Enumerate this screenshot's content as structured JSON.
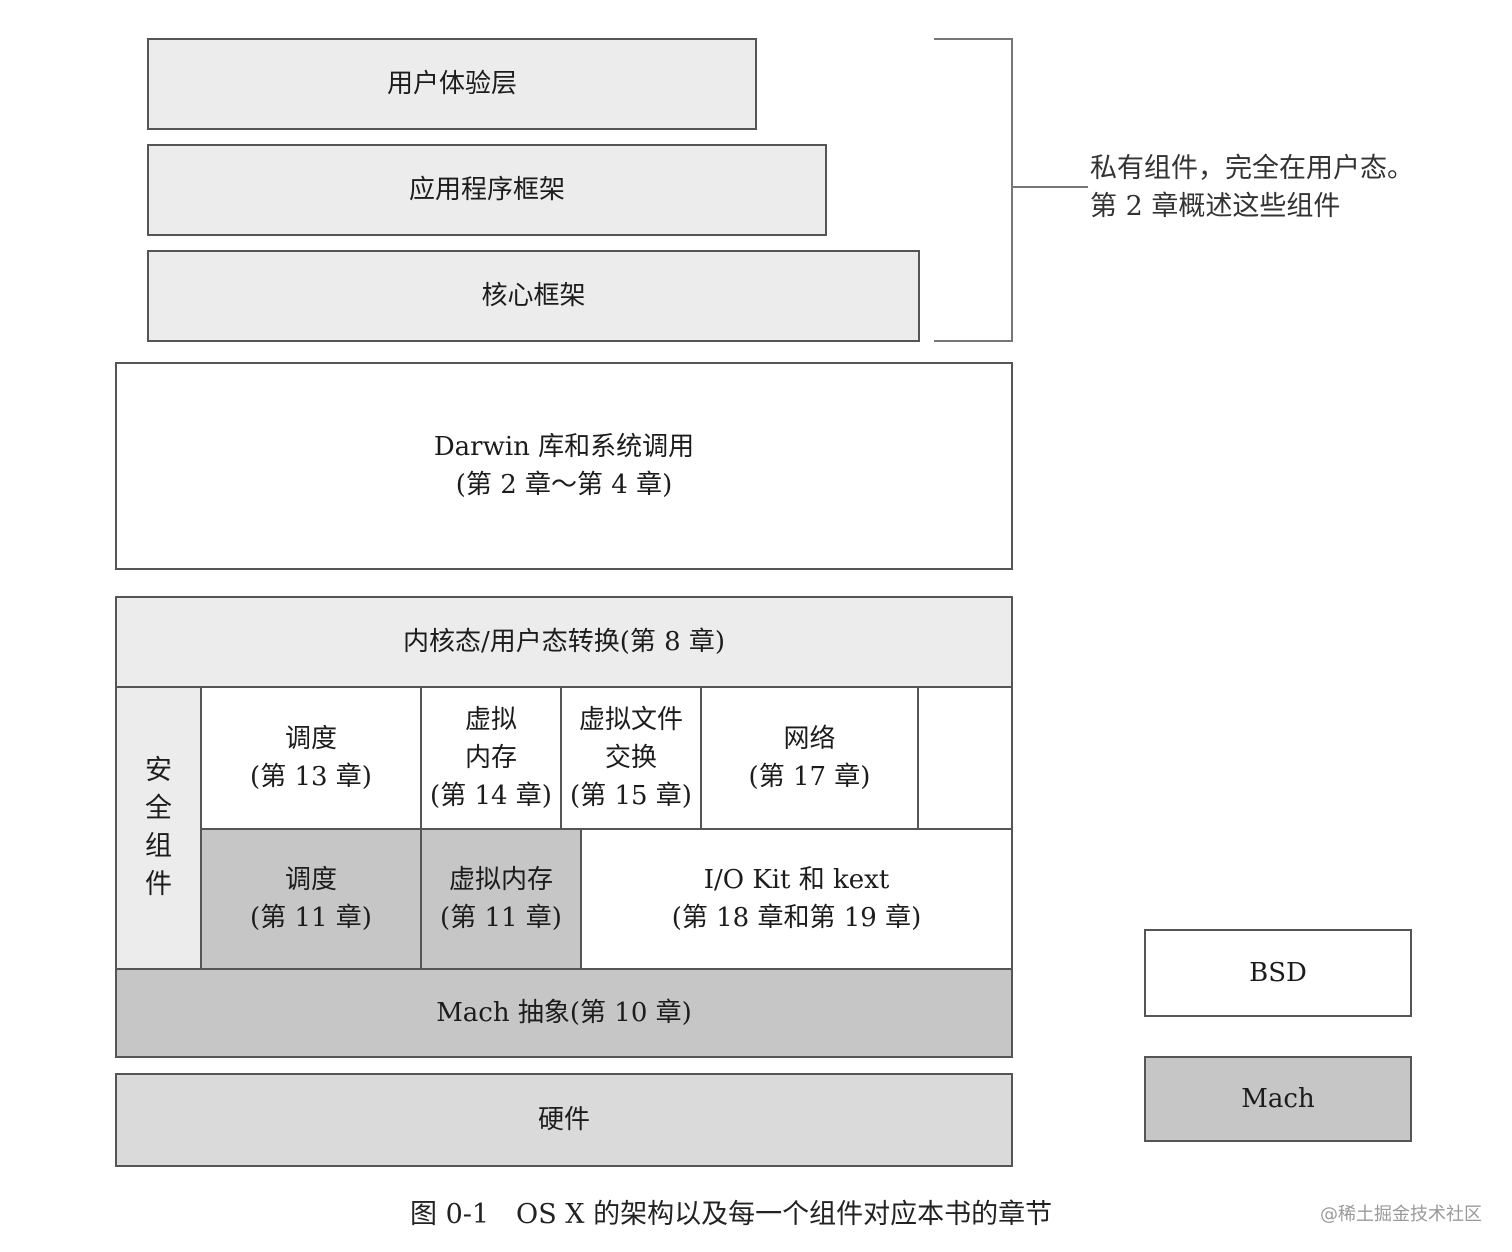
{
  "user_layers": {
    "user_experience": "用户体验层",
    "app_frameworks": "应用程序框架",
    "core_frameworks": "核心框架"
  },
  "private_note": {
    "line1": "私有组件，完全在用户态。",
    "line2": "第 2 章概述这些组件"
  },
  "darwin": {
    "line1": "Darwin 库和系统调用",
    "line2": "(第 2 章～第 4 章)"
  },
  "kernel": {
    "transition": "内核态/用户态转换(第 8 章)",
    "security": [
      "安",
      "全",
      "组",
      "件"
    ],
    "bsd_sched": {
      "line1": "调度",
      "line2": "(第 13 章)"
    },
    "bsd_vm": {
      "line1": "虚拟",
      "line2": "内存",
      "line3": "(第 14 章)"
    },
    "vfs": {
      "line1": "虚拟文件",
      "line2": "交换",
      "line3": "(第 15 章)"
    },
    "network": {
      "line1": "网络",
      "line2": "(第 17 章)"
    },
    "mach_sched": {
      "line1": "调度",
      "line2": "(第 11 章)"
    },
    "mach_vm": {
      "line1": "虚拟内存",
      "line2": "(第 11 章)"
    },
    "iokit": {
      "line1": "I/O Kit 和 kext",
      "line2": "(第 18 章和第 19 章)"
    },
    "mach_abstraction": "Mach 抽象(第 10 章)"
  },
  "hardware": "硬件",
  "legend": {
    "bsd": "BSD",
    "mach": "Mach"
  },
  "caption": "图 0-1　OS X 的架构以及每一个组件对应本书的章节",
  "watermark": "@稀土掘金技术社区",
  "colors": {
    "bsd_fill": "#ffffff",
    "mach_fill": "#c6c6c6",
    "framework_fill": "#ececec"
  }
}
